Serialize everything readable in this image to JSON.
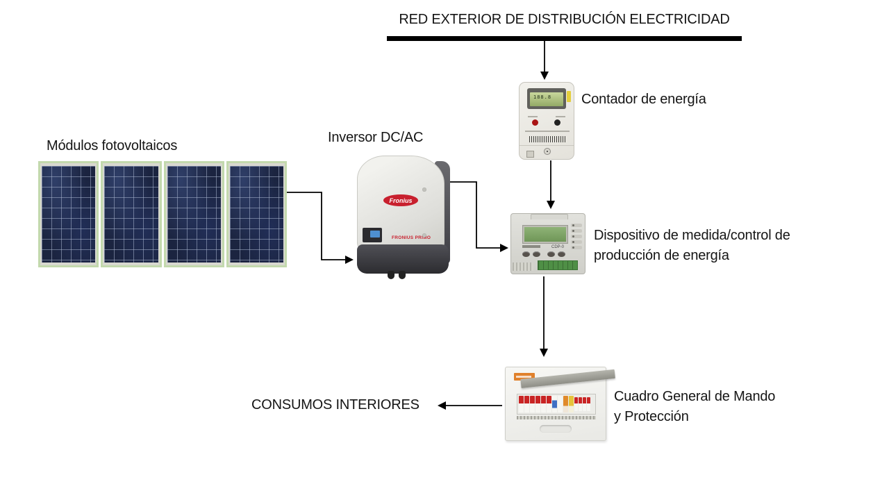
{
  "title": "RED EXTERIOR DE DISTRIBUCIÓN ELECTRICIDAD",
  "nodes": {
    "modules": {
      "label": "Módulos fotovoltaicos"
    },
    "inverter": {
      "label": "Inversor DC/AC",
      "brand": "Fronius",
      "model": "FRONIUS PRIMO"
    },
    "meter": {
      "label": "Contador de energía"
    },
    "measure_control": {
      "label_line1": "Dispositivo de medida/control de",
      "label_line2": "producción de energía",
      "model": "CDP-0"
    },
    "main_board": {
      "label_line1": "Cuadro General de Mando",
      "label_line2": "y Protección"
    },
    "interior_consumption": {
      "label": "CONSUMOS INTERIORES"
    }
  },
  "meter_display_value": "188.8",
  "colors": {
    "connector_line": "#000000",
    "busbar": "#000000",
    "panel_frame": "#c3d9ad",
    "panel_cell": "#1b2440",
    "inverter_body": "#e4e4e0",
    "inverter_dark": "#3b3b40",
    "brand_red": "#c8202e",
    "lcd_green": "#8fb377",
    "meter_body": "#edece7",
    "meter_tab_yellow": "#e4ce3c",
    "board_label_orange": "#e0812c",
    "terminal_green": "#4f8f46"
  }
}
